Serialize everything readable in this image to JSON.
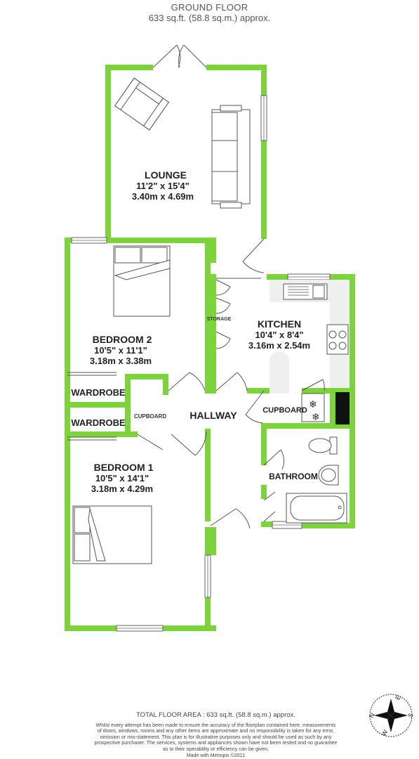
{
  "header": {
    "title": "GROUND FLOOR",
    "subtitle": "633 sq.ft. (58.8 sq.m.) approx."
  },
  "rooms": {
    "lounge": {
      "name": "LOUNGE",
      "imperial": "11'2\"  x 15'4\"",
      "metric": "3.40m  x 4.69m"
    },
    "kitchen": {
      "name": "KITCHEN",
      "imperial": "10'4\"  x 8'4\"",
      "metric": "3.16m  x 2.54m"
    },
    "bedroom2": {
      "name": "BEDROOM 2",
      "imperial": "10'5\"  x 11'1\"",
      "metric": "3.18m  x 3.38m"
    },
    "bedroom1": {
      "name": "BEDROOM 1",
      "imperial": "10'5\"  x 14'1\"",
      "metric": "3.18m  x 4.29m"
    },
    "hallway": {
      "name": "HALLWAY"
    },
    "bathroom": {
      "name": "BATHROOM"
    },
    "storage": {
      "name": "STORAGE"
    },
    "cupboard_left": {
      "name": "CUPBOARD"
    },
    "cupboard_right": {
      "name": "CUPBOARD"
    },
    "wardrobe_upper": {
      "name": "WARDROBE"
    },
    "wardrobe_lower": {
      "name": "WARDROBE"
    }
  },
  "footer": {
    "total_area": "TOTAL FLOOR AREA : 633 sq.ft. (58.8 sq.m.) approx.",
    "disclaimer": [
      "Whilst every attempt has been made to ensure the accuracy of the floorplan contained here, measurements",
      "of doors, windows, rooms and any other items are approximate and no responsibility is taken for any error,",
      "omission or mis-statement. This plan is for illustrative purposes only and should be used as such by any",
      "prospective purchaser. The services, systems and appliances shown have not been tested and no guarantee",
      "as to their operability or efficiency can be given."
    ],
    "made_with": "Made with Metropix ©2021"
  },
  "compass": {
    "n": "N",
    "e": "E",
    "s": "S",
    "w": "W"
  },
  "colors": {
    "wall": "#7DD43A",
    "fixture_stroke": "#555555",
    "appliance_fill": "#EFEFEF"
  }
}
